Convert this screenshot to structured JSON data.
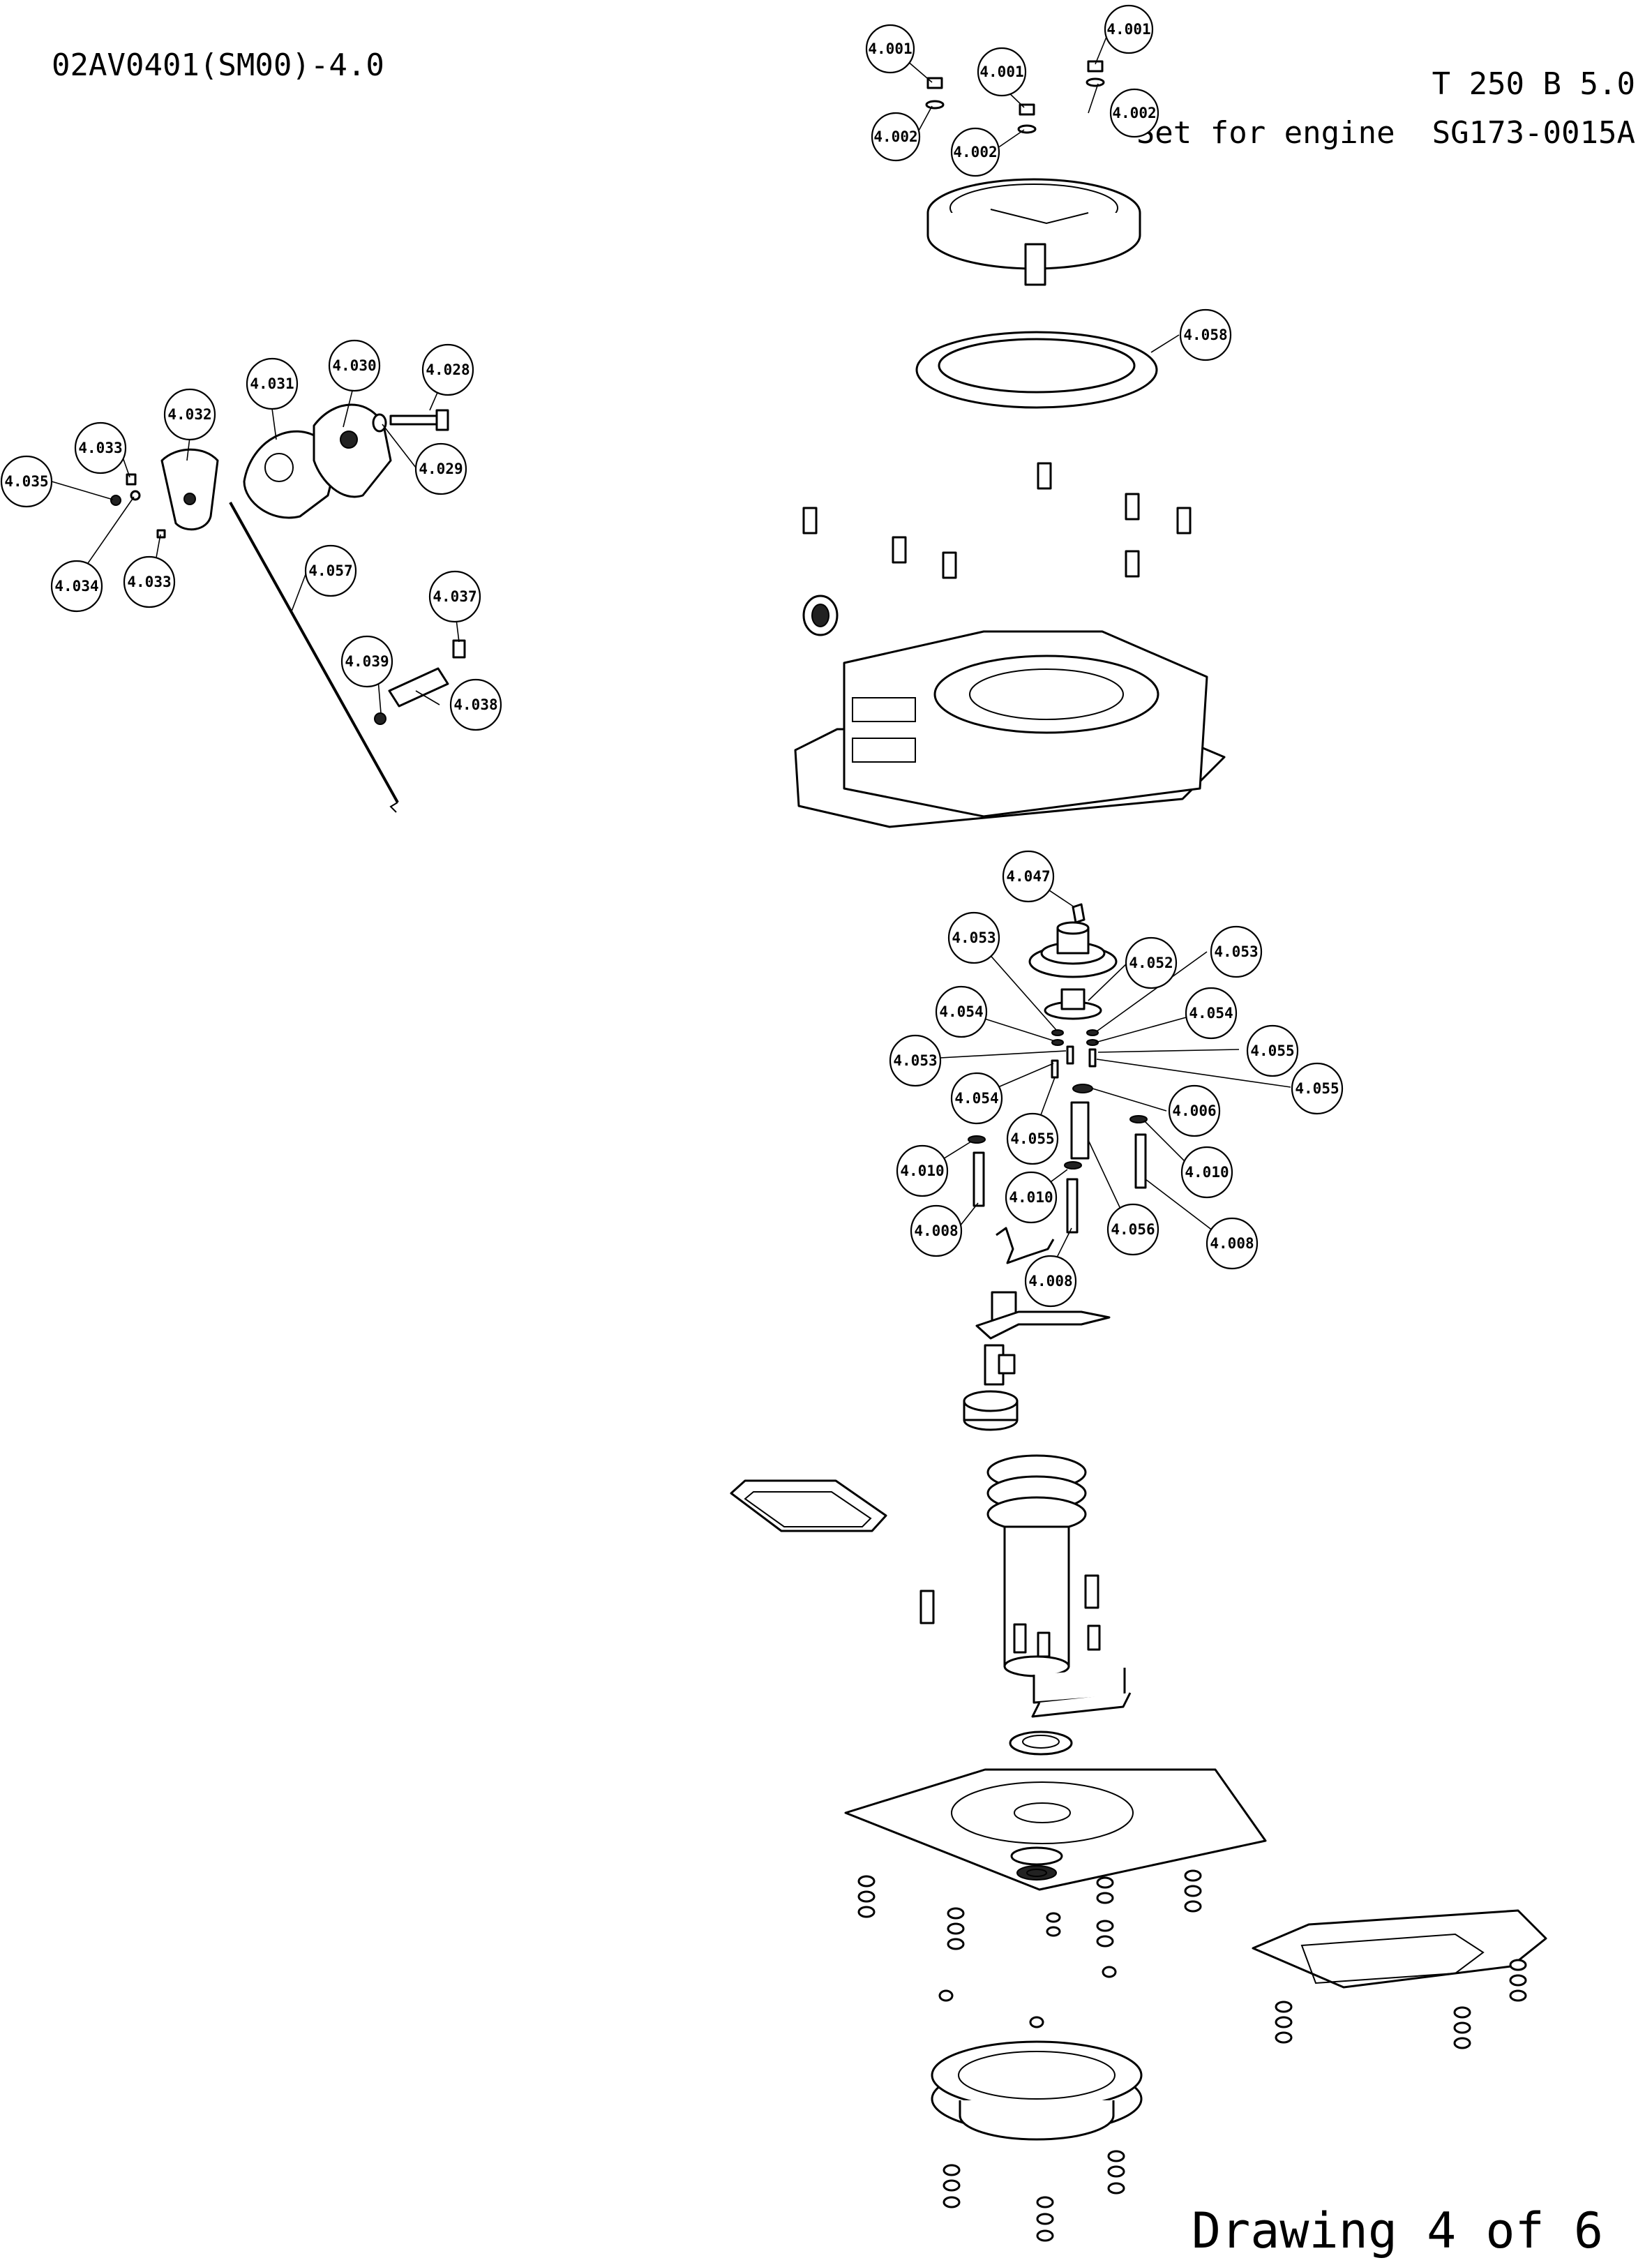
{
  "header": {
    "doc_code": "02AV0401(SM00)-4.0",
    "model": "T 250 B 5.0",
    "engine_label": "Set for engine  SG173-0015A"
  },
  "footer": {
    "sheet": "Drawing 4 of 6"
  },
  "callouts": [
    {
      "id": "c1",
      "label": "4.001"
    },
    {
      "id": "c2",
      "label": "4.001"
    },
    {
      "id": "c3",
      "label": "4.001"
    },
    {
      "id": "c4",
      "label": "4.002"
    },
    {
      "id": "c5",
      "label": "4.002"
    },
    {
      "id": "c6",
      "label": "4.002"
    },
    {
      "id": "c7",
      "label": "4.058"
    },
    {
      "id": "c8",
      "label": "4.028"
    },
    {
      "id": "c9",
      "label": "4.030"
    },
    {
      "id": "c10",
      "label": "4.031"
    },
    {
      "id": "c11",
      "label": "4.032"
    },
    {
      "id": "c12",
      "label": "4.033"
    },
    {
      "id": "c13",
      "label": "4.035"
    },
    {
      "id": "c14",
      "label": "4.029"
    },
    {
      "id": "c15",
      "label": "4.034"
    },
    {
      "id": "c16",
      "label": "4.033"
    },
    {
      "id": "c17",
      "label": "4.057"
    },
    {
      "id": "c18",
      "label": "4.037"
    },
    {
      "id": "c19",
      "label": "4.039"
    },
    {
      "id": "c20",
      "label": "4.038"
    },
    {
      "id": "c21",
      "label": "4.047"
    },
    {
      "id": "c22",
      "label": "4.053"
    },
    {
      "id": "c23",
      "label": "4.052"
    },
    {
      "id": "c24",
      "label": "4.053"
    },
    {
      "id": "c25",
      "label": "4.054"
    },
    {
      "id": "c26",
      "label": "4.054"
    },
    {
      "id": "c27",
      "label": "4.053"
    },
    {
      "id": "c28",
      "label": "4.055"
    },
    {
      "id": "c29",
      "label": "4.055"
    },
    {
      "id": "c30",
      "label": "4.054"
    },
    {
      "id": "c31",
      "label": "4.006"
    },
    {
      "id": "c32",
      "label": "4.055"
    },
    {
      "id": "c33",
      "label": "4.010"
    },
    {
      "id": "c34",
      "label": "4.010"
    },
    {
      "id": "c35",
      "label": "4.010"
    },
    {
      "id": "c36",
      "label": "4.008"
    },
    {
      "id": "c37",
      "label": "4.056"
    },
    {
      "id": "c38",
      "label": "4.008"
    },
    {
      "id": "c39",
      "label": "4.008"
    }
  ]
}
